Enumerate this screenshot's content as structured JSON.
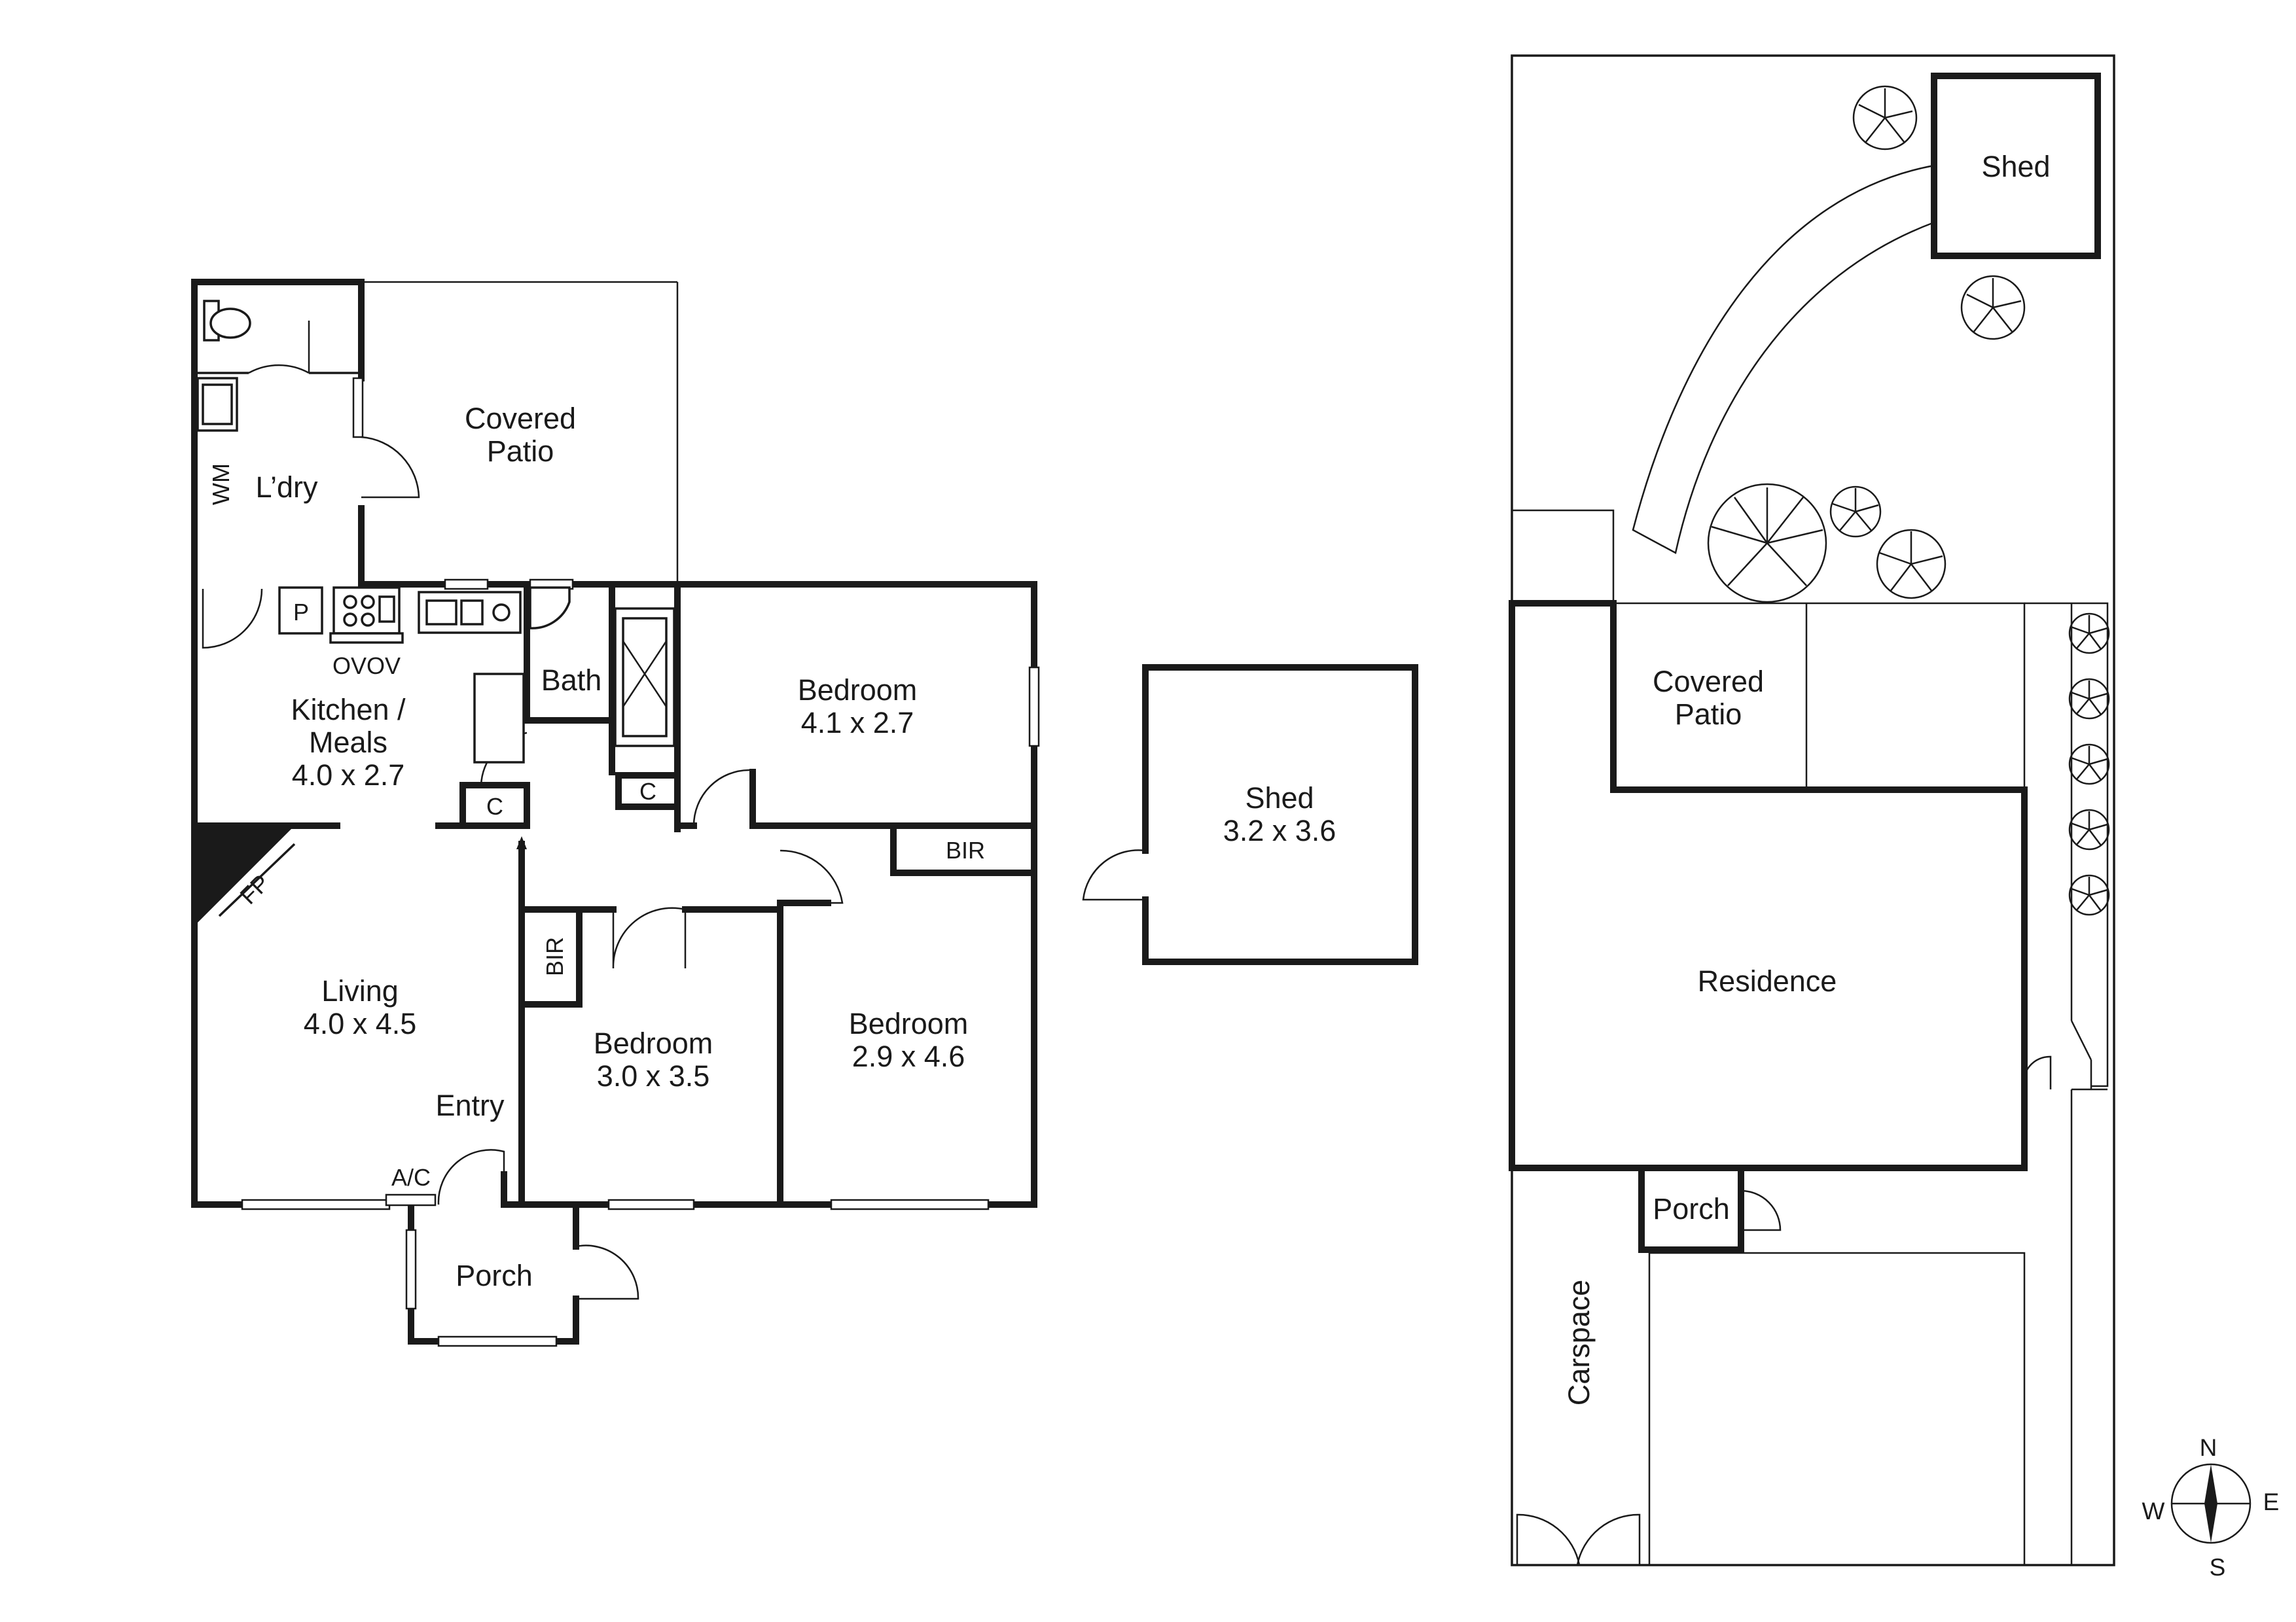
{
  "floor_plan": {
    "laundry": {
      "name": "L’dry",
      "wm": "WM"
    },
    "covered_patio": {
      "line1": "Covered",
      "line2": "Patio"
    },
    "pantry": "P",
    "ovens": "OVOV",
    "kitchen": {
      "line1": "Kitchen /",
      "line2": "Meals",
      "size": "4.0 x 2.7"
    },
    "bath": "Bath",
    "cupboard": "C",
    "fireplace": "FP",
    "living": {
      "name": "Living",
      "size": "4.0 x 4.5"
    },
    "entry": "Entry",
    "aircon": "A/C",
    "porch": "Porch",
    "bedroom_north": {
      "name": "Bedroom",
      "size": "4.1 x 2.7"
    },
    "bedroom_south_west": {
      "name": "Bedroom",
      "size": "3.0 x 3.5",
      "robe": "BIR"
    },
    "bedroom_south_east": {
      "name": "Bedroom",
      "size": "2.9 x 4.6",
      "robe": "BIR"
    }
  },
  "shed_plan": {
    "name": "Shed",
    "size": "3.2 x 3.6"
  },
  "site_plan": {
    "shed": "Shed",
    "covered_patio": {
      "line1": "Covered",
      "line2": "Patio"
    },
    "residence": "Residence",
    "porch": "Porch",
    "carspace": "Carspace"
  },
  "compass": {
    "n": "N",
    "e": "E",
    "s": "S",
    "w": "W"
  }
}
